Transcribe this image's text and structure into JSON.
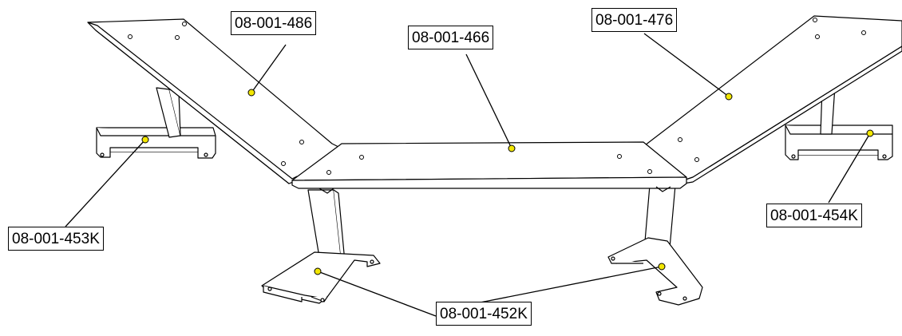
{
  "diagram": {
    "labels": {
      "left_bench_top": "08-001-486",
      "center_bench_top": "08-001-466",
      "right_bench_top": "08-001-476",
      "left_leg_bracket": "08-001-453K",
      "right_leg_bracket": "08-001-454K",
      "center_leg_brackets": "08-001-452K"
    },
    "colors": {
      "line": "#000000",
      "part_fill": "#ffffff",
      "callout_dot": "#f2e600"
    }
  }
}
